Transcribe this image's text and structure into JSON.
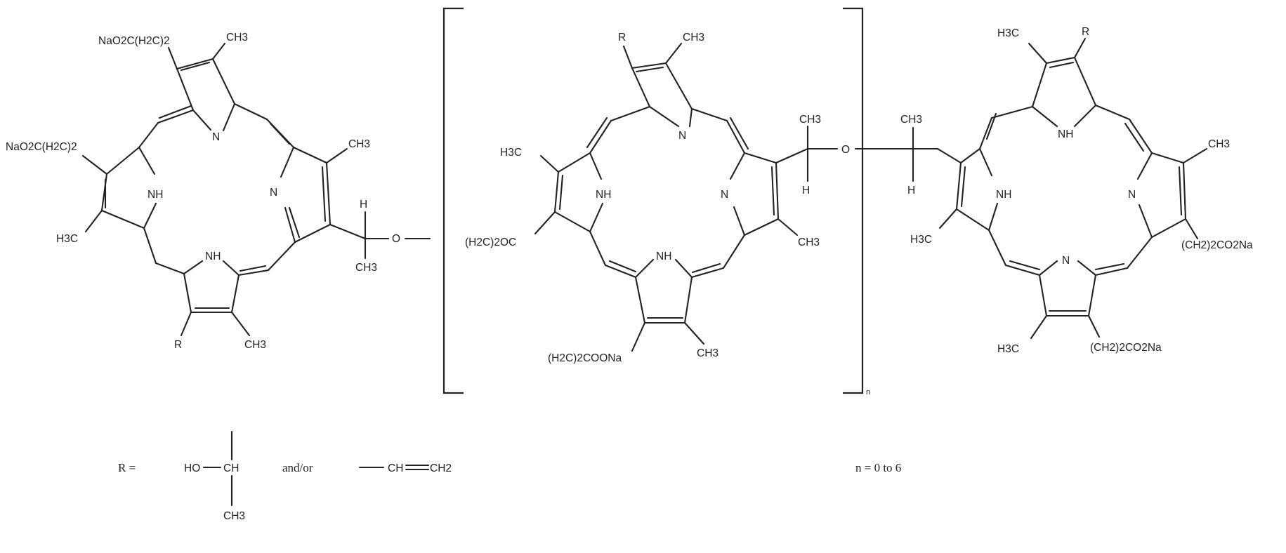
{
  "diagram": {
    "monomer_left": {
      "substituents": {
        "top_chain": "NaO2C(H2C)2",
        "left_chain": "NaO2C(H2C)2",
        "top_methyl": "CH3",
        "right_methyl": "CH3",
        "left_methyl": "H3C",
        "bottom_methyl": "CH3",
        "r_group": "R"
      },
      "ring_atoms": {
        "north": "N",
        "east": "N",
        "west": "NH",
        "south": "NH"
      },
      "linker": {
        "h": "H",
        "methyl": "CH3",
        "oxygen": "O"
      }
    },
    "monomer_middle": {
      "substituents": {
        "r_group": "R",
        "top_methyl": "CH3",
        "left_methyl": "H3C",
        "left_chain": "(H2C)2OC",
        "right_methyl": "CH3",
        "bottom_chain": "(H2C)2COONa",
        "bottom_methyl": "CH3"
      },
      "ring_atoms": {
        "north": "N",
        "east": "N",
        "west": "NH",
        "south": "NH"
      },
      "linker": {
        "h": "H",
        "methyl": "CH3",
        "oxygen": "O"
      },
      "repeat_subscript": "n"
    },
    "monomer_right": {
      "substituents": {
        "top_methyl": "H3C",
        "r_group": "R",
        "right_methyl": "CH3",
        "right_chain": "(CH2)2CO2Na",
        "left_methyl": "H3C",
        "bottom_methyl": "H3C",
        "bottom_chain": "(CH2)2CO2Na"
      },
      "ring_atoms": {
        "north": "NH",
        "east": "N",
        "west": "NH",
        "south": "N"
      },
      "linker": {
        "h": "H",
        "methyl": "CH3"
      }
    },
    "legend": {
      "r_label": "R =",
      "option1": {
        "ho": "HO",
        "ch": "CH",
        "ch3": "CH3"
      },
      "connector": "and/or",
      "option2": {
        "ch": "CH",
        "ch2": "CH2"
      },
      "n_range": "n = 0 to 6"
    }
  }
}
